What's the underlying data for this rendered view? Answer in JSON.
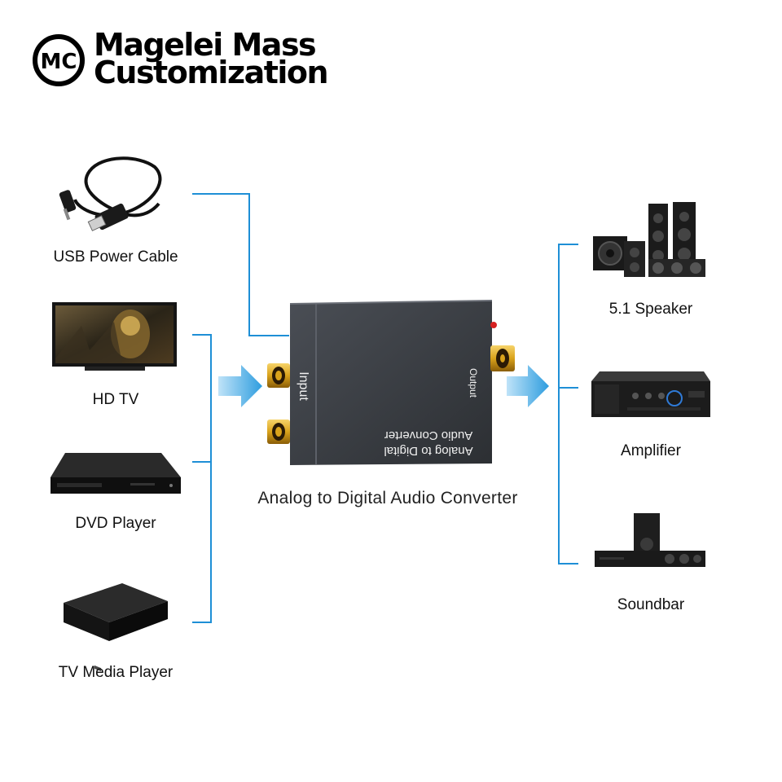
{
  "brand": {
    "mark": "MC",
    "line1": "Magelei Mass",
    "line2": "Customization"
  },
  "inputs": [
    {
      "label": "USB Power Cable",
      "icon": "usb-cable-icon"
    },
    {
      "label": "HD TV",
      "icon": "tv-icon"
    },
    {
      "label": "DVD Player",
      "icon": "dvd-player-icon"
    },
    {
      "label": "TV Media Player",
      "icon": "media-player-icon"
    }
  ],
  "outputs": [
    {
      "label": "5.1 Speaker",
      "icon": "speaker-system-icon"
    },
    {
      "label": "Amplifier",
      "icon": "amplifier-icon"
    },
    {
      "label": "Soundbar",
      "icon": "soundbar-icon"
    }
  ],
  "device": {
    "input_label": "Input",
    "output_label": "Output",
    "face_line1": "Analog to Digital",
    "face_line2": "Audio Converter"
  },
  "caption": "Analog to Digital Audio Converter",
  "colors": {
    "connector": "#1e8fd6",
    "arrow": "#2e9ddf",
    "device_body": "#3c3f44",
    "rca_gold": "#d9a21b"
  }
}
